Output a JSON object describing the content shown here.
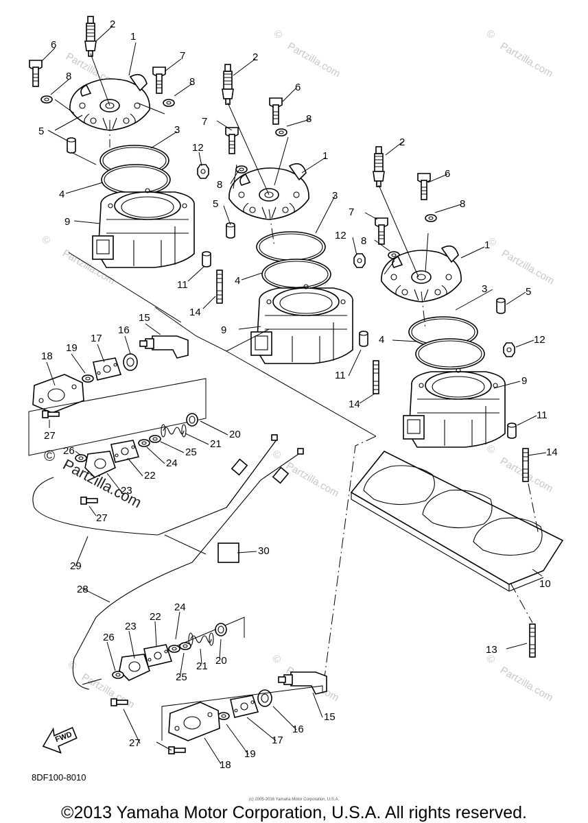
{
  "watermark": {
    "text": "Partzilla.com",
    "copyright_mark": "©"
  },
  "diagram_code": "8DF100-8010",
  "fwd_label": "FWD",
  "small_credit": "(c) 2005-2016 Yamaha Motor Corporation, U.S.A.",
  "footer": "©2013 Yamaha Motor Corporation, U.S.A. All rights reserved.",
  "callouts": [
    {
      "id": "c1",
      "text": "2"
    },
    {
      "id": "c2",
      "text": "1"
    },
    {
      "id": "c3",
      "text": "6"
    },
    {
      "id": "c4",
      "text": "8"
    },
    {
      "id": "c5",
      "text": "7"
    },
    {
      "id": "c6",
      "text": "8"
    },
    {
      "id": "c7",
      "text": "3"
    },
    {
      "id": "c8",
      "text": "5"
    },
    {
      "id": "c9",
      "text": "4"
    },
    {
      "id": "c10",
      "text": "12"
    },
    {
      "id": "c11",
      "text": "9"
    },
    {
      "id": "c12",
      "text": "11"
    },
    {
      "id": "c13",
      "text": "14"
    },
    {
      "id": "c14",
      "text": "2"
    },
    {
      "id": "c15",
      "text": "6"
    },
    {
      "id": "c16",
      "text": "8"
    },
    {
      "id": "c17",
      "text": "7"
    },
    {
      "id": "c18",
      "text": "1"
    },
    {
      "id": "c19",
      "text": "8"
    },
    {
      "id": "c20",
      "text": "5"
    },
    {
      "id": "c21",
      "text": "3"
    },
    {
      "id": "c22",
      "text": "12"
    },
    {
      "id": "c23",
      "text": "4"
    },
    {
      "id": "c24",
      "text": "9"
    },
    {
      "id": "c25",
      "text": "11"
    },
    {
      "id": "c26",
      "text": "14"
    },
    {
      "id": "c27",
      "text": "2"
    },
    {
      "id": "c28",
      "text": "6"
    },
    {
      "id": "c29",
      "text": "8"
    },
    {
      "id": "c30",
      "text": "7"
    },
    {
      "id": "c31",
      "text": "8"
    },
    {
      "id": "c32",
      "text": "1"
    },
    {
      "id": "c33",
      "text": "3"
    },
    {
      "id": "c34",
      "text": "5"
    },
    {
      "id": "c35",
      "text": "4"
    },
    {
      "id": "c36",
      "text": "12"
    },
    {
      "id": "c37",
      "text": "9"
    },
    {
      "id": "c38",
      "text": "11"
    },
    {
      "id": "c39",
      "text": "14"
    },
    {
      "id": "c40",
      "text": "10"
    },
    {
      "id": "c41",
      "text": "13"
    },
    {
      "id": "c42",
      "text": "15"
    },
    {
      "id": "c43",
      "text": "16"
    },
    {
      "id": "c44",
      "text": "17"
    },
    {
      "id": "c45",
      "text": "19"
    },
    {
      "id": "c46",
      "text": "18"
    },
    {
      "id": "c47",
      "text": "27"
    },
    {
      "id": "c48",
      "text": "20"
    },
    {
      "id": "c49",
      "text": "21"
    },
    {
      "id": "c50",
      "text": "25"
    },
    {
      "id": "c51",
      "text": "24"
    },
    {
      "id": "c52",
      "text": "22"
    },
    {
      "id": "c53",
      "text": "23"
    },
    {
      "id": "c54",
      "text": "26"
    },
    {
      "id": "c55",
      "text": "27"
    },
    {
      "id": "c56",
      "text": "29"
    },
    {
      "id": "c57",
      "text": "30"
    },
    {
      "id": "c58",
      "text": "28"
    },
    {
      "id": "c59",
      "text": "23"
    },
    {
      "id": "c60",
      "text": "22"
    },
    {
      "id": "c61",
      "text": "24"
    },
    {
      "id": "c62",
      "text": "26"
    },
    {
      "id": "c63",
      "text": "21"
    },
    {
      "id": "c64",
      "text": "20"
    },
    {
      "id": "c65",
      "text": "25"
    },
    {
      "id": "c66",
      "text": "15"
    },
    {
      "id": "c67",
      "text": "16"
    },
    {
      "id": "c68",
      "text": "17"
    },
    {
      "id": "c69",
      "text": "19"
    },
    {
      "id": "c70",
      "text": "18"
    },
    {
      "id": "c71",
      "text": "27"
    }
  ]
}
